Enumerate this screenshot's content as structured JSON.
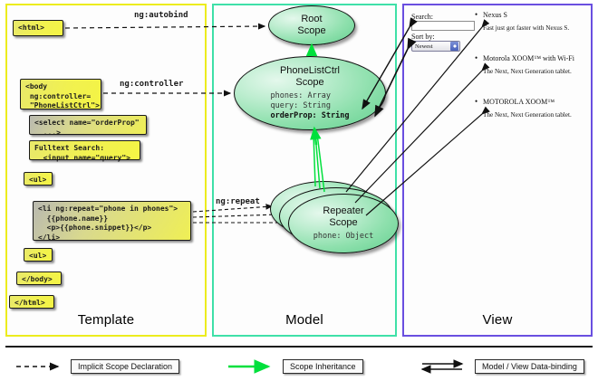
{
  "panels": {
    "template": {
      "label": "Template",
      "border_color": "#ecec1e"
    },
    "model": {
      "label": "Model",
      "border_color": "#3fe0a8"
    },
    "view": {
      "label": "View",
      "border_color": "#6a4fe0"
    }
  },
  "template_code": {
    "html_open": "<html>",
    "body_open": "<body\n ng:controller=\n \"PhoneListCtrl\">",
    "select": "<select name=\"orderProp\"\n  ...>",
    "search": "Fulltext Search:\n  <input name=\"query\">",
    "ul_open": "<ul>",
    "li_repeat": "<li ng:repeat=\"phone in phones\">\n  {{phone.name}}\n  <p>{{phone.snippet}}</p>\n</li>",
    "ul_close": "<ul>",
    "body_close": "</body>",
    "html_close": "</html>"
  },
  "connectors": {
    "autobind": "ng:autobind",
    "controller": "ng:controller",
    "repeat": "ng:repeat"
  },
  "model": {
    "root_scope": {
      "title": "Root\nScope",
      "line1": "Root",
      "line2": "Scope"
    },
    "phonelist_scope": {
      "line1": "PhoneListCtrl",
      "line2": "Scope",
      "props_plain": "phones: Array\nquery: String\n",
      "props_bold": "orderProp: String"
    },
    "repeater_scope": {
      "line1": "Repeater",
      "line2": "Scope",
      "props": "phone: Object"
    }
  },
  "view": {
    "search_label": "Search:",
    "search_value": "",
    "sort_label": "Sort by:",
    "sort_selected": "Newest",
    "phones": [
      {
        "name": "Nexus S",
        "snippet": "Fast just got faster with Nexus S."
      },
      {
        "name": "Motorola XOOM™ with Wi-Fi",
        "snippet": "The Next, Next Generation tablet."
      },
      {
        "name": "MOTOROLA XOOM™",
        "snippet": "The Next, Next Generation tablet."
      }
    ]
  },
  "legend": {
    "implicit": "Implicit Scope Declaration",
    "inheritance": "Scope Inheritance",
    "binding": "Model / View Data-binding",
    "inheritance_color": "#00e03c"
  }
}
